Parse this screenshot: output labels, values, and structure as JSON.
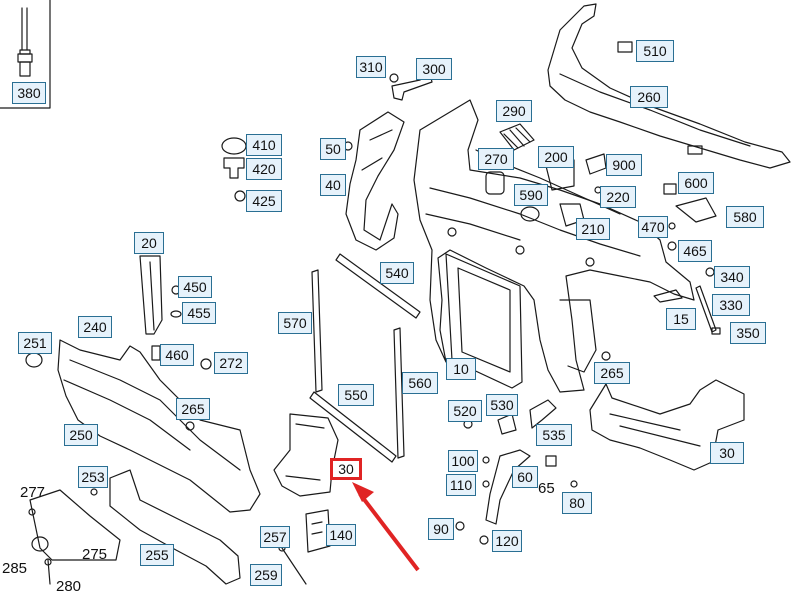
{
  "diagram": {
    "callouts": [
      {
        "key": "380",
        "label": "380"
      },
      {
        "key": "310",
        "label": "310"
      },
      {
        "key": "300",
        "label": "300"
      },
      {
        "key": "510",
        "label": "510"
      },
      {
        "key": "260",
        "label": "260"
      },
      {
        "key": "290",
        "label": "290"
      },
      {
        "key": "410",
        "label": "410"
      },
      {
        "key": "420",
        "label": "420"
      },
      {
        "key": "425",
        "label": "425"
      },
      {
        "key": "50",
        "label": "50"
      },
      {
        "key": "40",
        "label": "40"
      },
      {
        "key": "270",
        "label": "270"
      },
      {
        "key": "200",
        "label": "200"
      },
      {
        "key": "900",
        "label": "900"
      },
      {
        "key": "590",
        "label": "590"
      },
      {
        "key": "220",
        "label": "220"
      },
      {
        "key": "210",
        "label": "210"
      },
      {
        "key": "600",
        "label": "600"
      },
      {
        "key": "470",
        "label": "470"
      },
      {
        "key": "580",
        "label": "580"
      },
      {
        "key": "465",
        "label": "465"
      },
      {
        "key": "20",
        "label": "20"
      },
      {
        "key": "540",
        "label": "540"
      },
      {
        "key": "450",
        "label": "450"
      },
      {
        "key": "455",
        "label": "455"
      },
      {
        "key": "340",
        "label": "340"
      },
      {
        "key": "330",
        "label": "330"
      },
      {
        "key": "15",
        "label": "15"
      },
      {
        "key": "350",
        "label": "350"
      },
      {
        "key": "240",
        "label": "240"
      },
      {
        "key": "570",
        "label": "570"
      },
      {
        "key": "251",
        "label": "251"
      },
      {
        "key": "460",
        "label": "460"
      },
      {
        "key": "272",
        "label": "272"
      },
      {
        "key": "10",
        "label": "10"
      },
      {
        "key": "265a",
        "label": "265"
      },
      {
        "key": "560",
        "label": "560"
      },
      {
        "key": "550",
        "label": "550"
      },
      {
        "key": "265b",
        "label": "265"
      },
      {
        "key": "520",
        "label": "520"
      },
      {
        "key": "530",
        "label": "530"
      },
      {
        "key": "250",
        "label": "250"
      },
      {
        "key": "535",
        "label": "535"
      },
      {
        "key": "30a",
        "label": "30"
      },
      {
        "key": "100",
        "label": "100"
      },
      {
        "key": "30b",
        "label": "30"
      },
      {
        "key": "60",
        "label": "60"
      },
      {
        "key": "253",
        "label": "253"
      },
      {
        "key": "110",
        "label": "110"
      },
      {
        "key": "80",
        "label": "80"
      },
      {
        "key": "90",
        "label": "90"
      },
      {
        "key": "257",
        "label": "257"
      },
      {
        "key": "140",
        "label": "140"
      },
      {
        "key": "120",
        "label": "120"
      },
      {
        "key": "255",
        "label": "255"
      },
      {
        "key": "259",
        "label": "259"
      }
    ],
    "plain_labels": [
      {
        "key": "65",
        "label": "65"
      },
      {
        "key": "277",
        "label": "277"
      },
      {
        "key": "275",
        "label": "275"
      },
      {
        "key": "285",
        "label": "285"
      },
      {
        "key": "280",
        "label": "280"
      }
    ],
    "highlight": {
      "part": "30",
      "color": "#e02424"
    },
    "colors": {
      "line": "#1a1a1a",
      "callout_border": "#2a6f93",
      "callout_fill": "#e6f2fb"
    }
  }
}
